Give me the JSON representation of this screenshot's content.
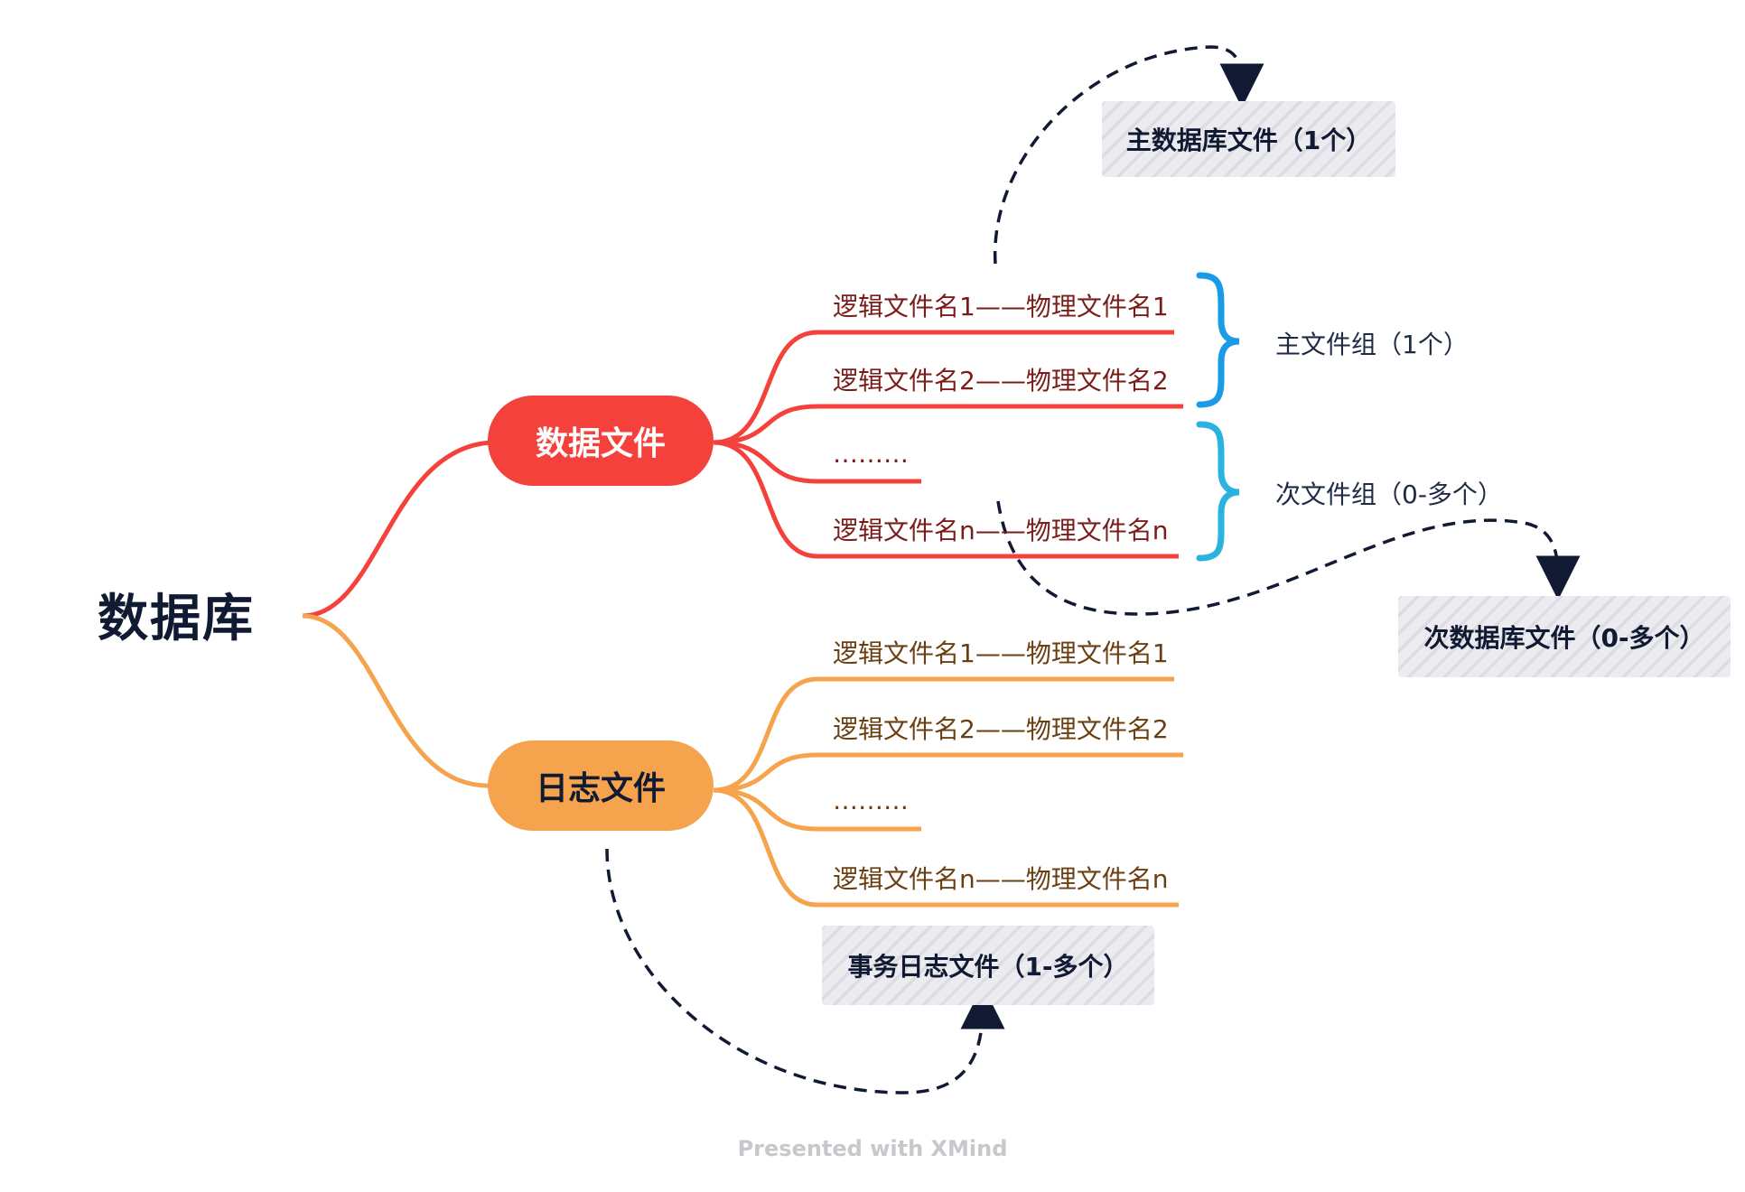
{
  "root": {
    "label": "数据库"
  },
  "data_branch": {
    "label": "数据文件",
    "items": [
      "逻辑文件名1——物理文件名1",
      "逻辑文件名2——物理文件名2",
      "………",
      "逻辑文件名n——物理文件名n"
    ],
    "groups": [
      {
        "label": "主文件组（1个）"
      },
      {
        "label": "次文件组（0-多个）"
      }
    ],
    "callouts": [
      {
        "label": "主数据库文件（1个）"
      },
      {
        "label": "次数据库文件（0-多个）"
      }
    ]
  },
  "log_branch": {
    "label": "日志文件",
    "items": [
      "逻辑文件名1——物理文件名1",
      "逻辑文件名2——物理文件名2",
      "………",
      "逻辑文件名n——物理文件名n"
    ],
    "callouts": [
      {
        "label": "事务日志文件（1-多个）"
      }
    ]
  },
  "footer": "Presented with XMind",
  "colors": {
    "data_branch": "#f4413c",
    "log_branch": "#f6a34d",
    "brace_blue": "#1a9be8",
    "brace_cyan": "#2ab3e0",
    "dashed": "#111a33",
    "callout_bg": "#e6e6ea"
  }
}
